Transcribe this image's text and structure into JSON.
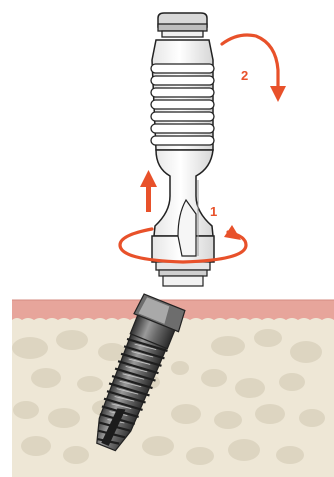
{
  "illustration": {
    "step_labels": [
      "1",
      "2"
    ],
    "steps": [
      {
        "label": "1",
        "icon": "rotate-loop-arrow-icon"
      },
      {
        "label": "2",
        "icon": "rotate-arc-arrow-icon"
      }
    ],
    "extra_icons": [
      "lift-up-arrow-icon"
    ],
    "colors": {
      "accent": "#e8512a",
      "gum_tissue": "#e7a59b",
      "bone": "#eee7d6",
      "bone_cells": "#ddd5c1",
      "metal_dark": "#555555",
      "outline": "#222222"
    }
  }
}
